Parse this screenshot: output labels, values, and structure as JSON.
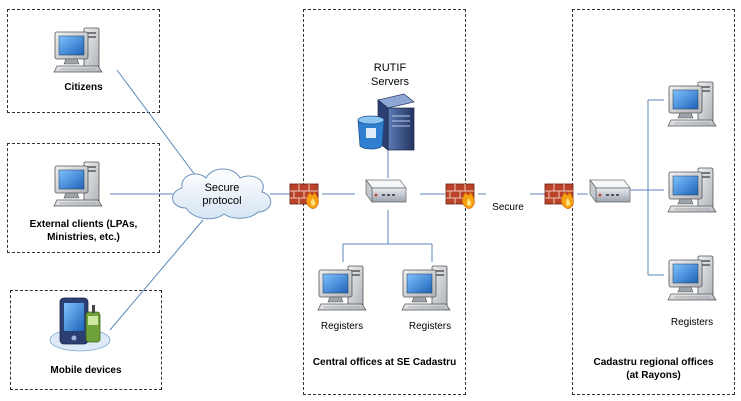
{
  "left_groups": {
    "citizens": "Citizens",
    "external_clients": "External clients (LPAs,\nMinistries, etc.)",
    "mobile_devices": "Mobile devices"
  },
  "cloud": {
    "label": "Secure\nprotocol"
  },
  "central": {
    "servers_label": "RUTIF\nServers",
    "register_left": "Registers",
    "register_right": "Registers",
    "caption": "Central offices at SE Cadastru"
  },
  "link": {
    "label": "Secure"
  },
  "regional": {
    "registers": "Registers",
    "caption": "Cadastru regional offices\n(at Rayons)"
  },
  "icons": {
    "computer": "computer-icon",
    "server": "server-icon",
    "firewall": "firewall-icon",
    "router": "router-icon",
    "mobile": "mobile-devices-icon",
    "cloud": "cloud-icon"
  },
  "colors": {
    "line": "#5b86b8",
    "monitor": "#c9ccd0",
    "screen": "#2a7fd4",
    "brick": "#a63b1a",
    "flame": "#f7a012",
    "server": "#3a4e7e"
  }
}
